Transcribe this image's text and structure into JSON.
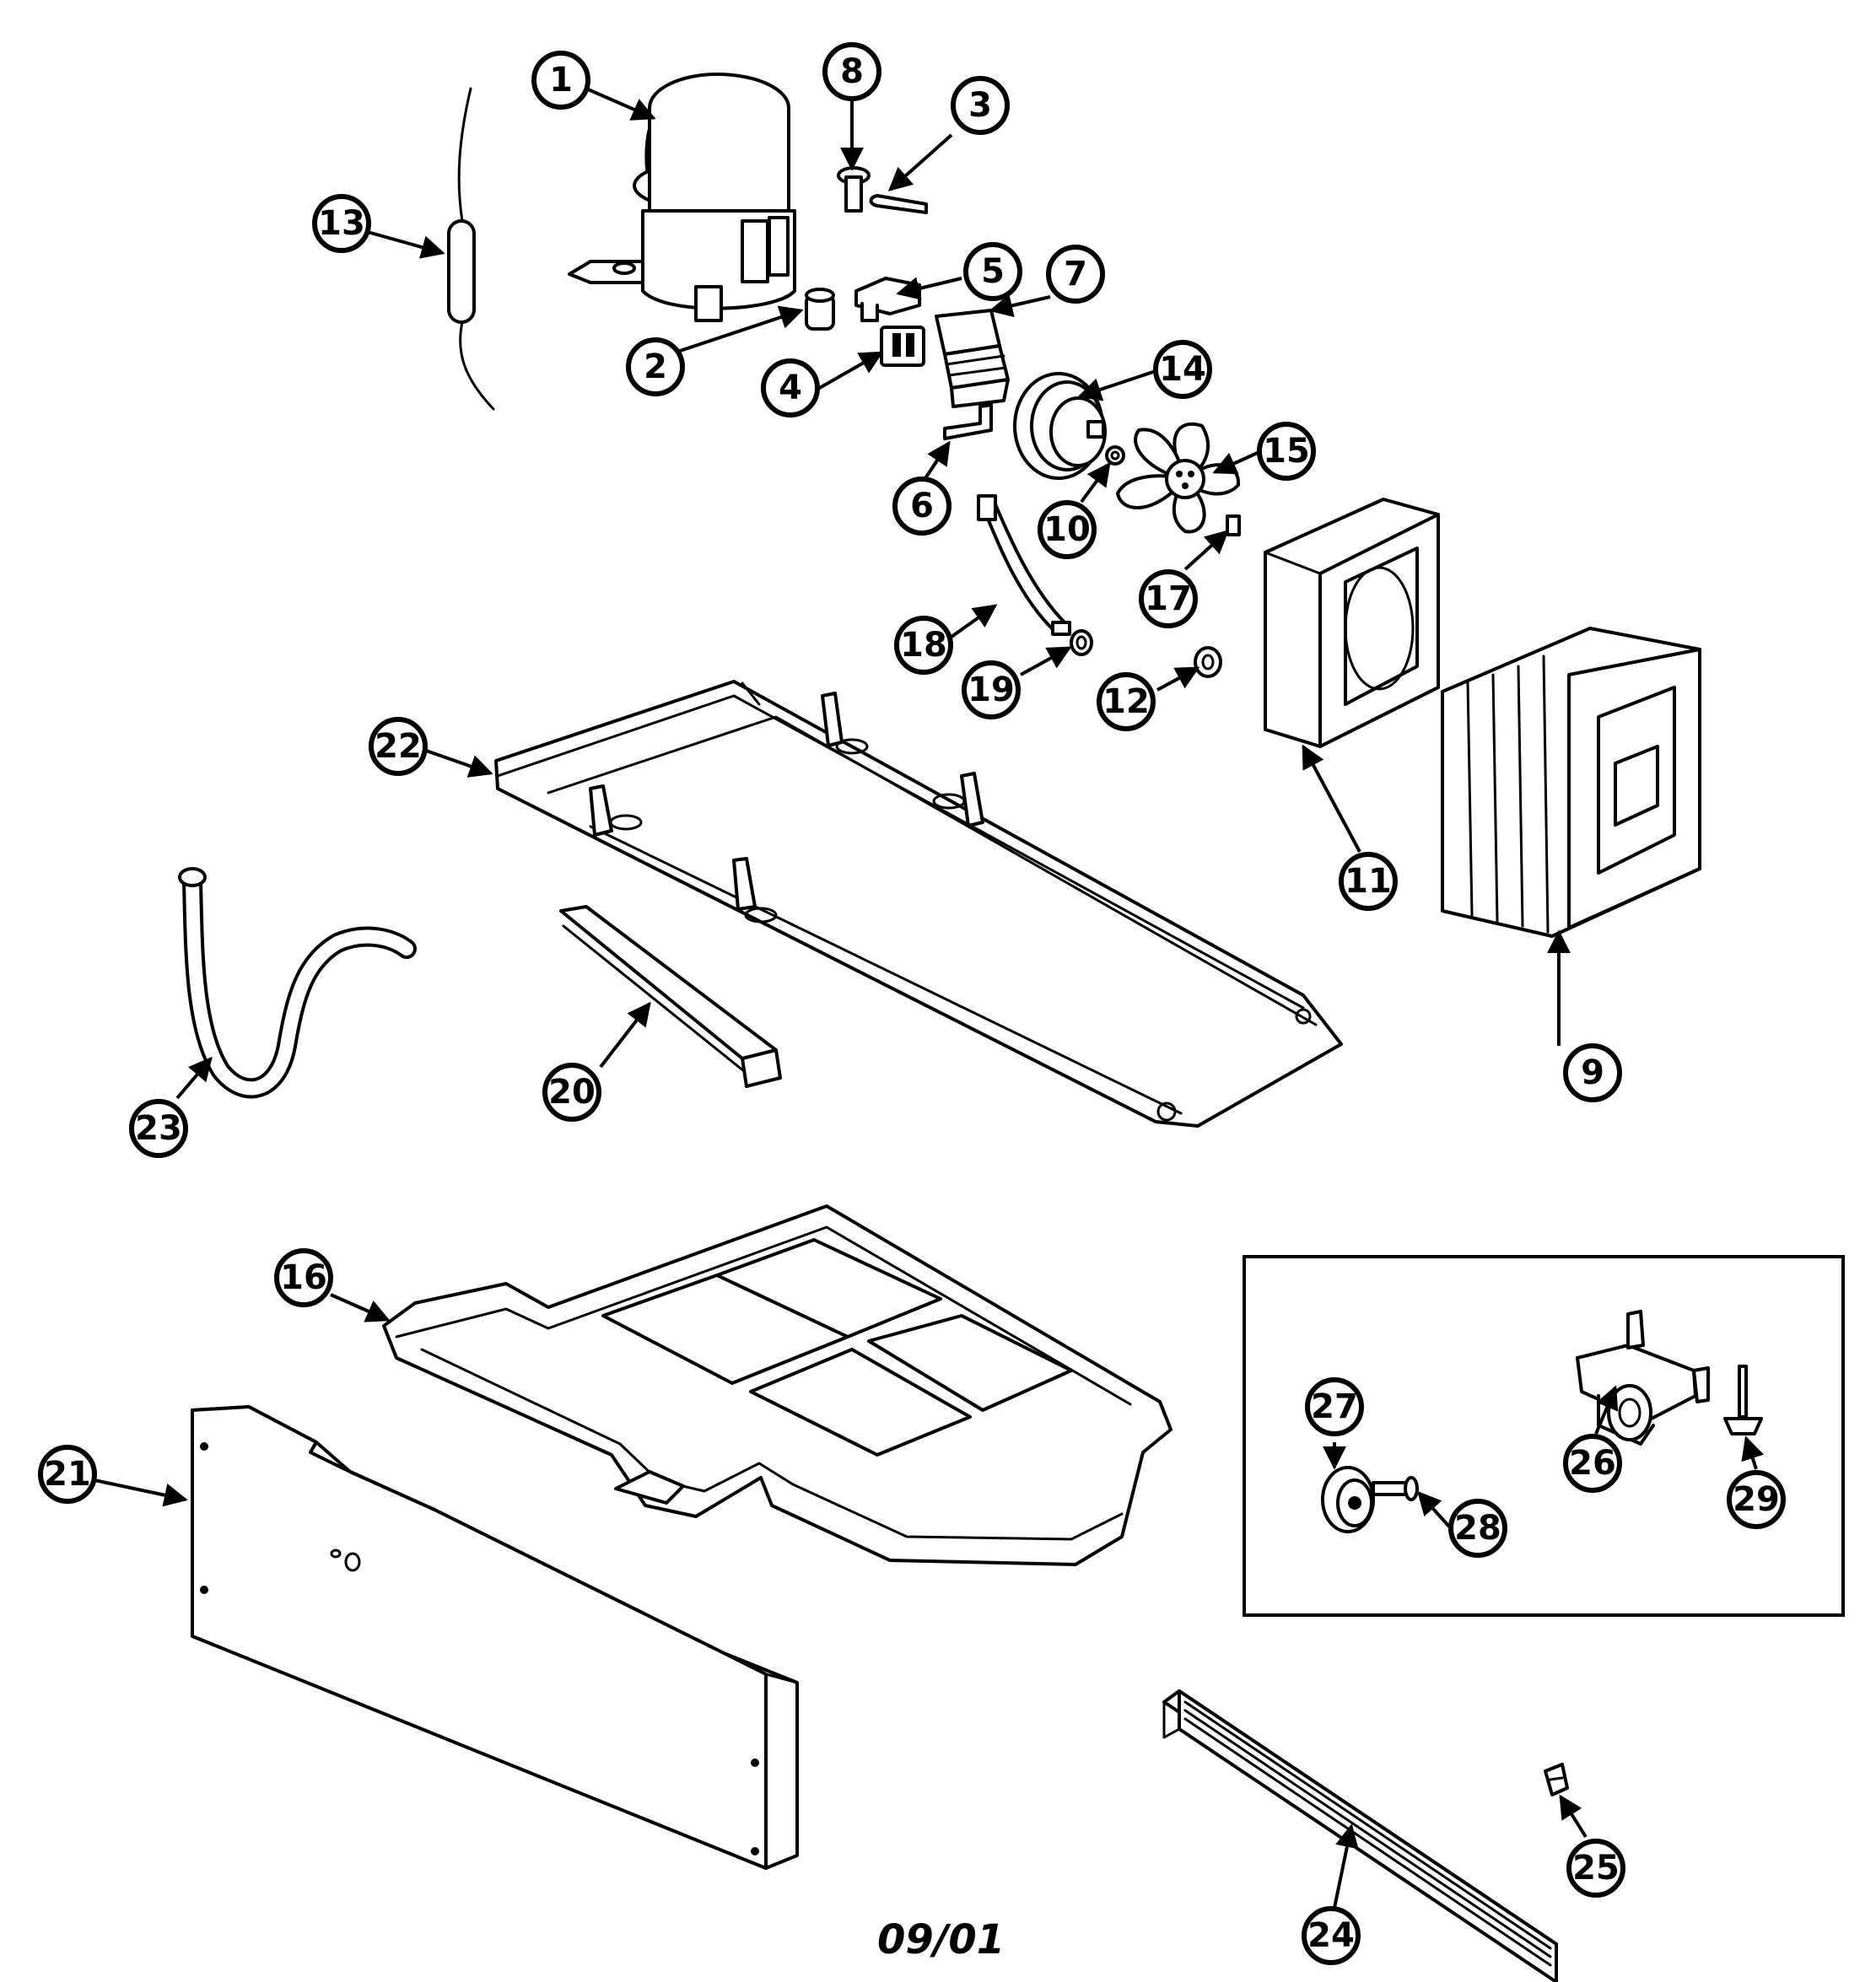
{
  "date_code": "09/01",
  "callouts": [
    "1",
    "2",
    "3",
    "4",
    "5",
    "6",
    "7",
    "8",
    "9",
    "10",
    "11",
    "12",
    "13",
    "14",
    "15",
    "16",
    "17",
    "18",
    "19",
    "20",
    "21",
    "22",
    "23",
    "24",
    "25",
    "26",
    "27",
    "28",
    "29"
  ]
}
